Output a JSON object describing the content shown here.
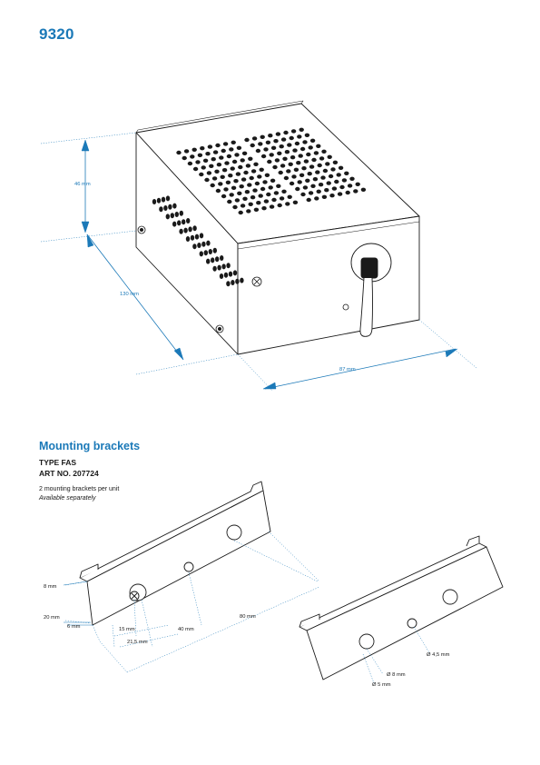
{
  "header": {
    "model": "9320"
  },
  "unit_dimensions": {
    "height": "46 mm",
    "depth": "130 mm",
    "width": "87 mm"
  },
  "brackets": {
    "title": "Mounting brackets",
    "type": "TYPE FAS",
    "art_no": "ART NO. 207724",
    "note": "2 mounting brackets per unit",
    "availability": "Available separately",
    "dimensions": {
      "d8": "8 mm",
      "d20": "20 mm",
      "d6": "6 mm",
      "d15": "15 mm",
      "d21_5": "21,5 mm",
      "d40": "40 mm",
      "d80": "80 mm",
      "hole_45": "Ø 4,5 mm",
      "hole_8": "Ø 8 mm",
      "hole_5": "Ø 5 mm"
    }
  },
  "colors": {
    "accent": "#1b79b8",
    "line": "#1a1a1a"
  }
}
